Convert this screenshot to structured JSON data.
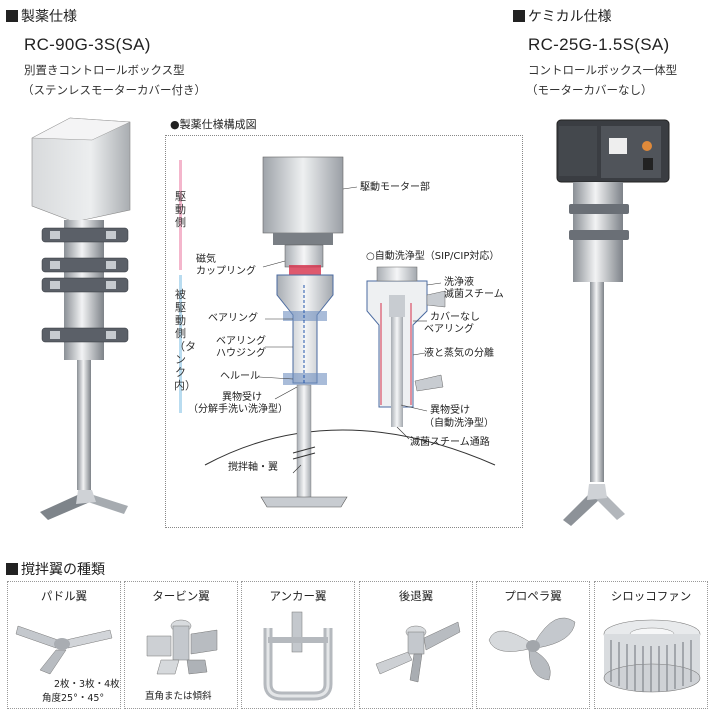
{
  "pharma": {
    "heading": "製薬仕様",
    "model": "RC-90G-3S(SA)",
    "desc1": "別置きコントロールボックス型",
    "desc2": "（ステンレスモーターカバー付き）"
  },
  "chemical": {
    "heading": "ケミカル仕様",
    "model": "RC-25G-1.5S(SA)",
    "desc1": "コントロールボックス一体型",
    "desc2": "（モーターカバーなし）"
  },
  "diagram": {
    "title": "●製薬仕様構成図",
    "side_drive": "駆動側",
    "side_driven": "被駆動側（タンク内）",
    "labels": {
      "motor": "駆動モーター部",
      "coupling1": "磁気",
      "coupling2": "カップリング",
      "bearing": "ベアリング",
      "housing1": "ベアリング",
      "housing2": "ハウジング",
      "ferrule": "ヘルール",
      "catcher1": "異物受け",
      "catcher2": "（分解手洗い洗浄型）",
      "shaft": "撹拌軸・翼",
      "auto": "○自動洗浄型（SIP/CIP対応）",
      "wash1": "洗浄液",
      "wash2": "滅菌スチーム",
      "nocover1": "カバーなし",
      "nocover2": "ベアリング",
      "separation": "液と蒸気の分離",
      "catcher_auto1": "異物受け",
      "catcher_auto2": "（自動洗浄型）",
      "steam_path": "滅菌スチーム通路"
    }
  },
  "impellers": {
    "heading": "撹拌翼の種類",
    "items": [
      {
        "name": "パドル翼",
        "note1": "2枚・3枚・4枚",
        "note2": "角度25°・45°"
      },
      {
        "name": "タービン翼",
        "note1": "直角または傾斜",
        "note2": ""
      },
      {
        "name": "アンカー翼",
        "note1": "",
        "note2": ""
      },
      {
        "name": "後退翼",
        "note1": "",
        "note2": ""
      },
      {
        "name": "プロペラ翼",
        "note1": "",
        "note2": ""
      },
      {
        "name": "シロッコファン",
        "note1": "",
        "note2": ""
      }
    ]
  },
  "colors": {
    "drive_bar": "#f4b6cc",
    "driven_bar": "#b9dcf0",
    "coupling_red": "#d6304a",
    "flow_blue": "#2255aa",
    "steel": "#b8bcc2"
  }
}
